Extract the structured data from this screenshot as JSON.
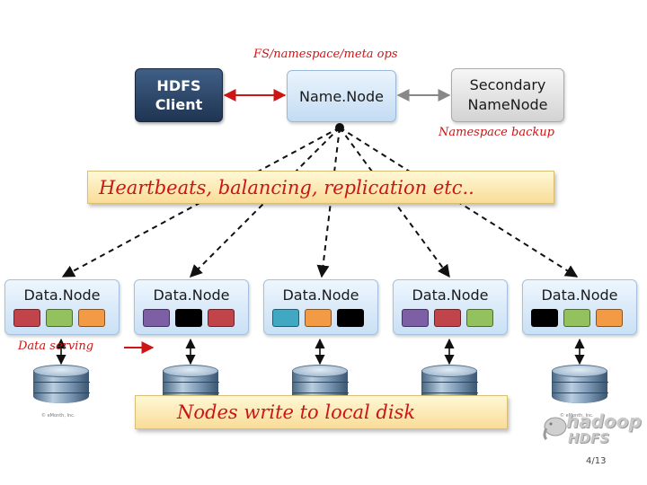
{
  "diagram": {
    "top_label": "FS/namespace/meta ops",
    "hdfs_client": {
      "line1": "HDFS",
      "line2": "Client"
    },
    "namenode": "Name.Node",
    "secondary_namenode": {
      "line1": "Secondary",
      "line2": "NameNode"
    },
    "namespace_backup": "Namespace backup",
    "heartbeat_banner": "Heartbeats, balancing, replication etc..",
    "data_serving": "Data serving",
    "disk_banner": "Nodes write to local disk",
    "datanodes": [
      {
        "title": "Data.Node",
        "blocks": [
          "#c0444a",
          "#93c15e",
          "#f39a45"
        ]
      },
      {
        "title": "Data.Node",
        "blocks": [
          "#7d5fa6",
          "#000000",
          "#c0444a"
        ]
      },
      {
        "title": "Data.Node",
        "blocks": [
          "#41a8c4",
          "#f39a45",
          "#000000"
        ]
      },
      {
        "title": "Data.Node",
        "blocks": [
          "#7d5fa6",
          "#c0444a",
          "#93c15e"
        ]
      },
      {
        "title": "Data.Node",
        "blocks": [
          "#000000",
          "#93c15e",
          "#f39a45"
        ]
      }
    ],
    "copyright": "© eMonth, Inc.",
    "logo": {
      "line1": "hadoop",
      "line2": "HDFS"
    },
    "page_number": "4/13"
  },
  "colors": {
    "accent_red": "#cc1515",
    "client_navy": "#1f3552"
  }
}
